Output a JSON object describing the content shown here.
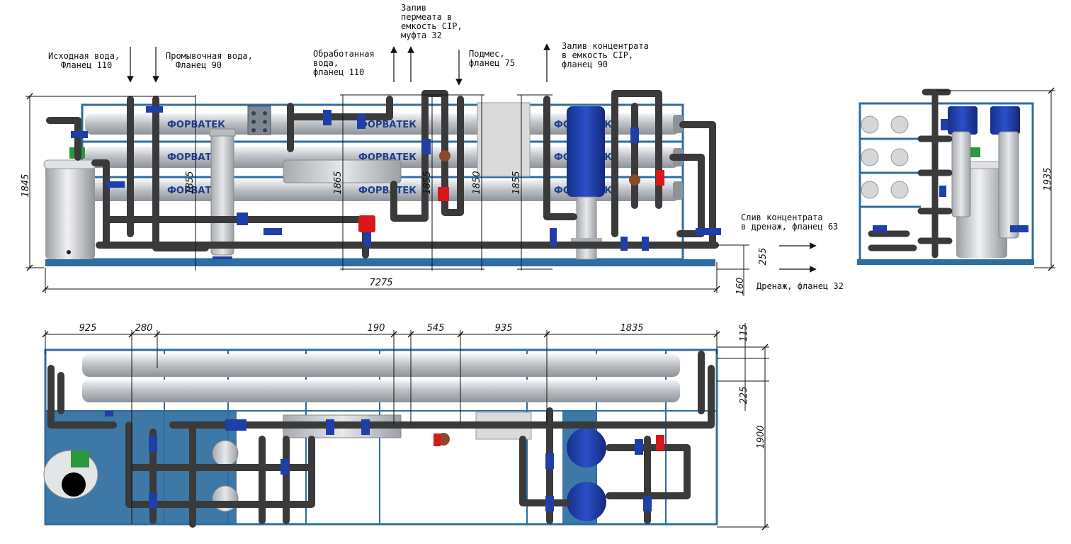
{
  "annotations": {
    "source_water": [
      "Исходная вода,",
      "Фланец 110"
    ],
    "rinse_water": [
      "Промывочная вода,",
      "Фланец 90"
    ],
    "treated_water": [
      "Обработанная",
      "вода,",
      "фланец 110"
    ],
    "permeate_fill": [
      "Залив",
      "пермеата в",
      "емкость CIP,",
      "муфта 32"
    ],
    "mixing": [
      "Подмес,",
      "фланец 75"
    ],
    "concentrate_fill": [
      "Залив концентрата",
      "в емкость CIP,",
      "фланец 90"
    ],
    "concentrate_drain": [
      "Слив концентрата",
      "в дренаж, фланец 63"
    ],
    "drain": "Дренаж, фланец 32"
  },
  "brand": "ФОРВАТЕК",
  "front_view": {
    "total_height": "1845",
    "total_length": "7275",
    "inner_heights": [
      "1855",
      "1865",
      "1855",
      "1850",
      "1855"
    ],
    "right_dims": [
      "255",
      "160"
    ]
  },
  "side_view": {
    "height": "1935"
  },
  "top_view": {
    "segments": [
      "925",
      "280",
      "190",
      "545",
      "935",
      "1835"
    ],
    "right_dims": [
      "115",
      "225"
    ],
    "width": "1900"
  },
  "colors": {
    "frame": "#2e6da0",
    "pipe": "#3a3a3a",
    "valve": "#1f3fa8",
    "membrane": "#c8ccd0",
    "accent_red": "#d81818",
    "accent_green": "#2a9a3a",
    "motor": "#1a3caa"
  }
}
